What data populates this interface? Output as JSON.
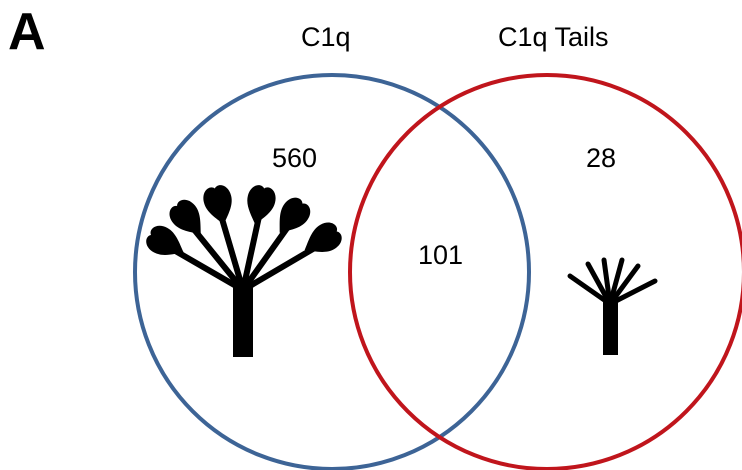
{
  "panel_letter": "A",
  "sets": [
    {
      "name": "C1q",
      "count": "560",
      "color": "#3d6496",
      "icon": "c1q-bouquet-icon"
    },
    {
      "name": "C1q Tails",
      "count": "28",
      "color": "#c0151c",
      "icon": "c1q-tails-icon"
    }
  ],
  "intersection": {
    "count": "101"
  }
}
